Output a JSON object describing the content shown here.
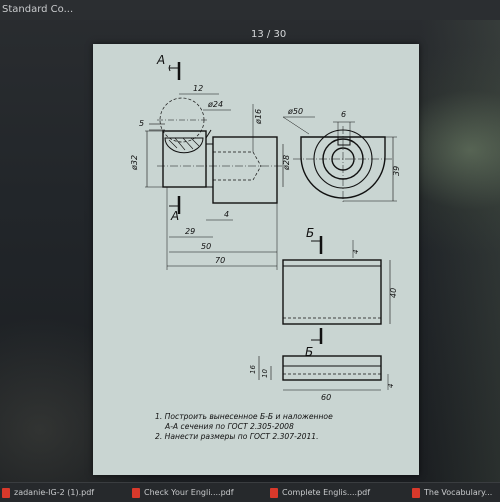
{
  "window": {
    "title": "Standard Co..."
  },
  "viewer": {
    "page_counter": "13  / 30"
  },
  "drawing": {
    "section_marks": {
      "a_top": "A",
      "a_bottom": "A",
      "b_top": "Б",
      "b_bottom": "Б"
    },
    "dims": {
      "d12": "12",
      "d24": "ø24",
      "d5": "5",
      "d16": "ø16",
      "d50": "ø50",
      "d6": "6",
      "d32": "ø32",
      "d28": "ø28",
      "d39": "39",
      "d4a": "4",
      "d29": "29",
      "d50b": "50",
      "d70": "70",
      "d4b": "4",
      "d40": "40",
      "d16b": "16",
      "d10": "10",
      "d60": "60",
      "d4c": "4"
    },
    "notes": [
      "1. Построить вынесенное Б-Б и наложенное",
      "А-А сечения по ГОСТ 2.305-2008",
      "2. Нанести размеры по ГОСТ 2.307-2011."
    ]
  },
  "taskbar": {
    "items": [
      {
        "label": "zadanie-IG-2 (1).pdf"
      },
      {
        "label": "Check Your Engli....pdf"
      },
      {
        "label": "Complete Englis....pdf"
      },
      {
        "label": "The Vocabulary..."
      }
    ]
  }
}
